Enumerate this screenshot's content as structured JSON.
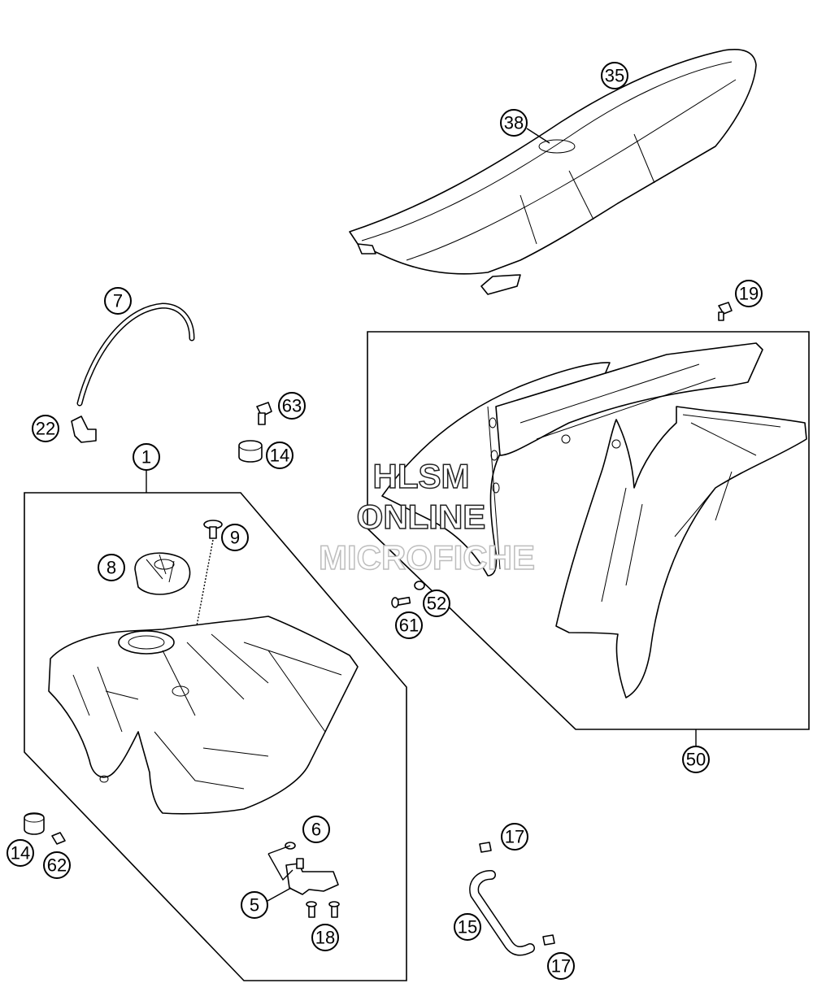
{
  "watermark": {
    "line1": "HLSM",
    "line2": "ONLINE",
    "line3": "MICROFICHE"
  },
  "callouts": {
    "c35": "35",
    "c38": "38",
    "c19": "19",
    "c7": "7",
    "c63": "63",
    "c22": "22",
    "c14a": "14",
    "c1": "1",
    "c9": "9",
    "c8": "8",
    "c52": "52",
    "c61": "61",
    "c50": "50",
    "c6": "6",
    "c14b": "14",
    "c62": "62",
    "c5": "5",
    "c18": "18",
    "c17a": "17",
    "c15": "15",
    "c17b": "17"
  }
}
